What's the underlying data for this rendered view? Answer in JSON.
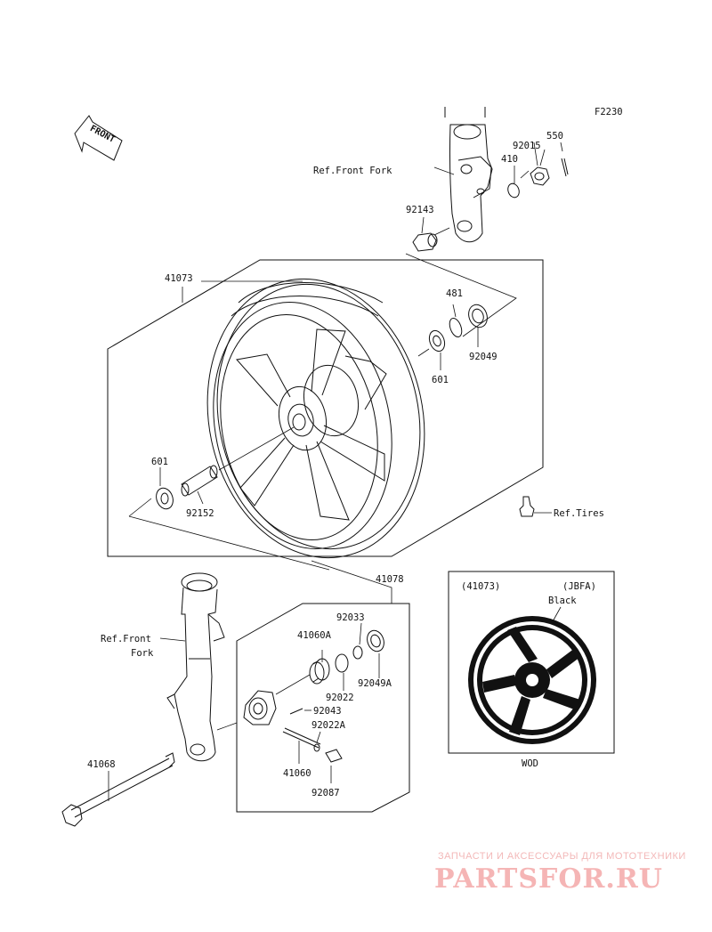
{
  "figure_code": "F2230",
  "front_label": "FRONT",
  "parts": {
    "p550": "550",
    "p92015": "92015",
    "p410": "410",
    "ref_front_fork_top": "Ref.Front Fork",
    "p92143": "92143",
    "p41073": "41073",
    "p481": "481",
    "p92049": "92049",
    "p601_right": "601",
    "p601_left": "601",
    "p92152": "92152",
    "ref_tires": "Ref.Tires",
    "p41078": "41078",
    "p92033": "92033",
    "p41060A": "41060A",
    "p92049A": "92049A",
    "p92022": "92022",
    "p92043": "92043",
    "p92022A": "92022A",
    "p41060": "41060",
    "p92087": "92087",
    "p41068": "41068",
    "ref_front_fork_left_1": "Ref.Front",
    "ref_front_fork_left_2": "Fork"
  },
  "inset": {
    "part": "(41073)",
    "code": "(JBFA)",
    "color": "Black",
    "caption": "WOD"
  },
  "watermark": {
    "tagline": "ЗАПЧАСТИ И АКСЕССУАРЫ ДЛЯ МОТОТЕХНИКИ",
    "logo": "PARTSFOR.RU",
    "color": "#f5b5b5"
  }
}
